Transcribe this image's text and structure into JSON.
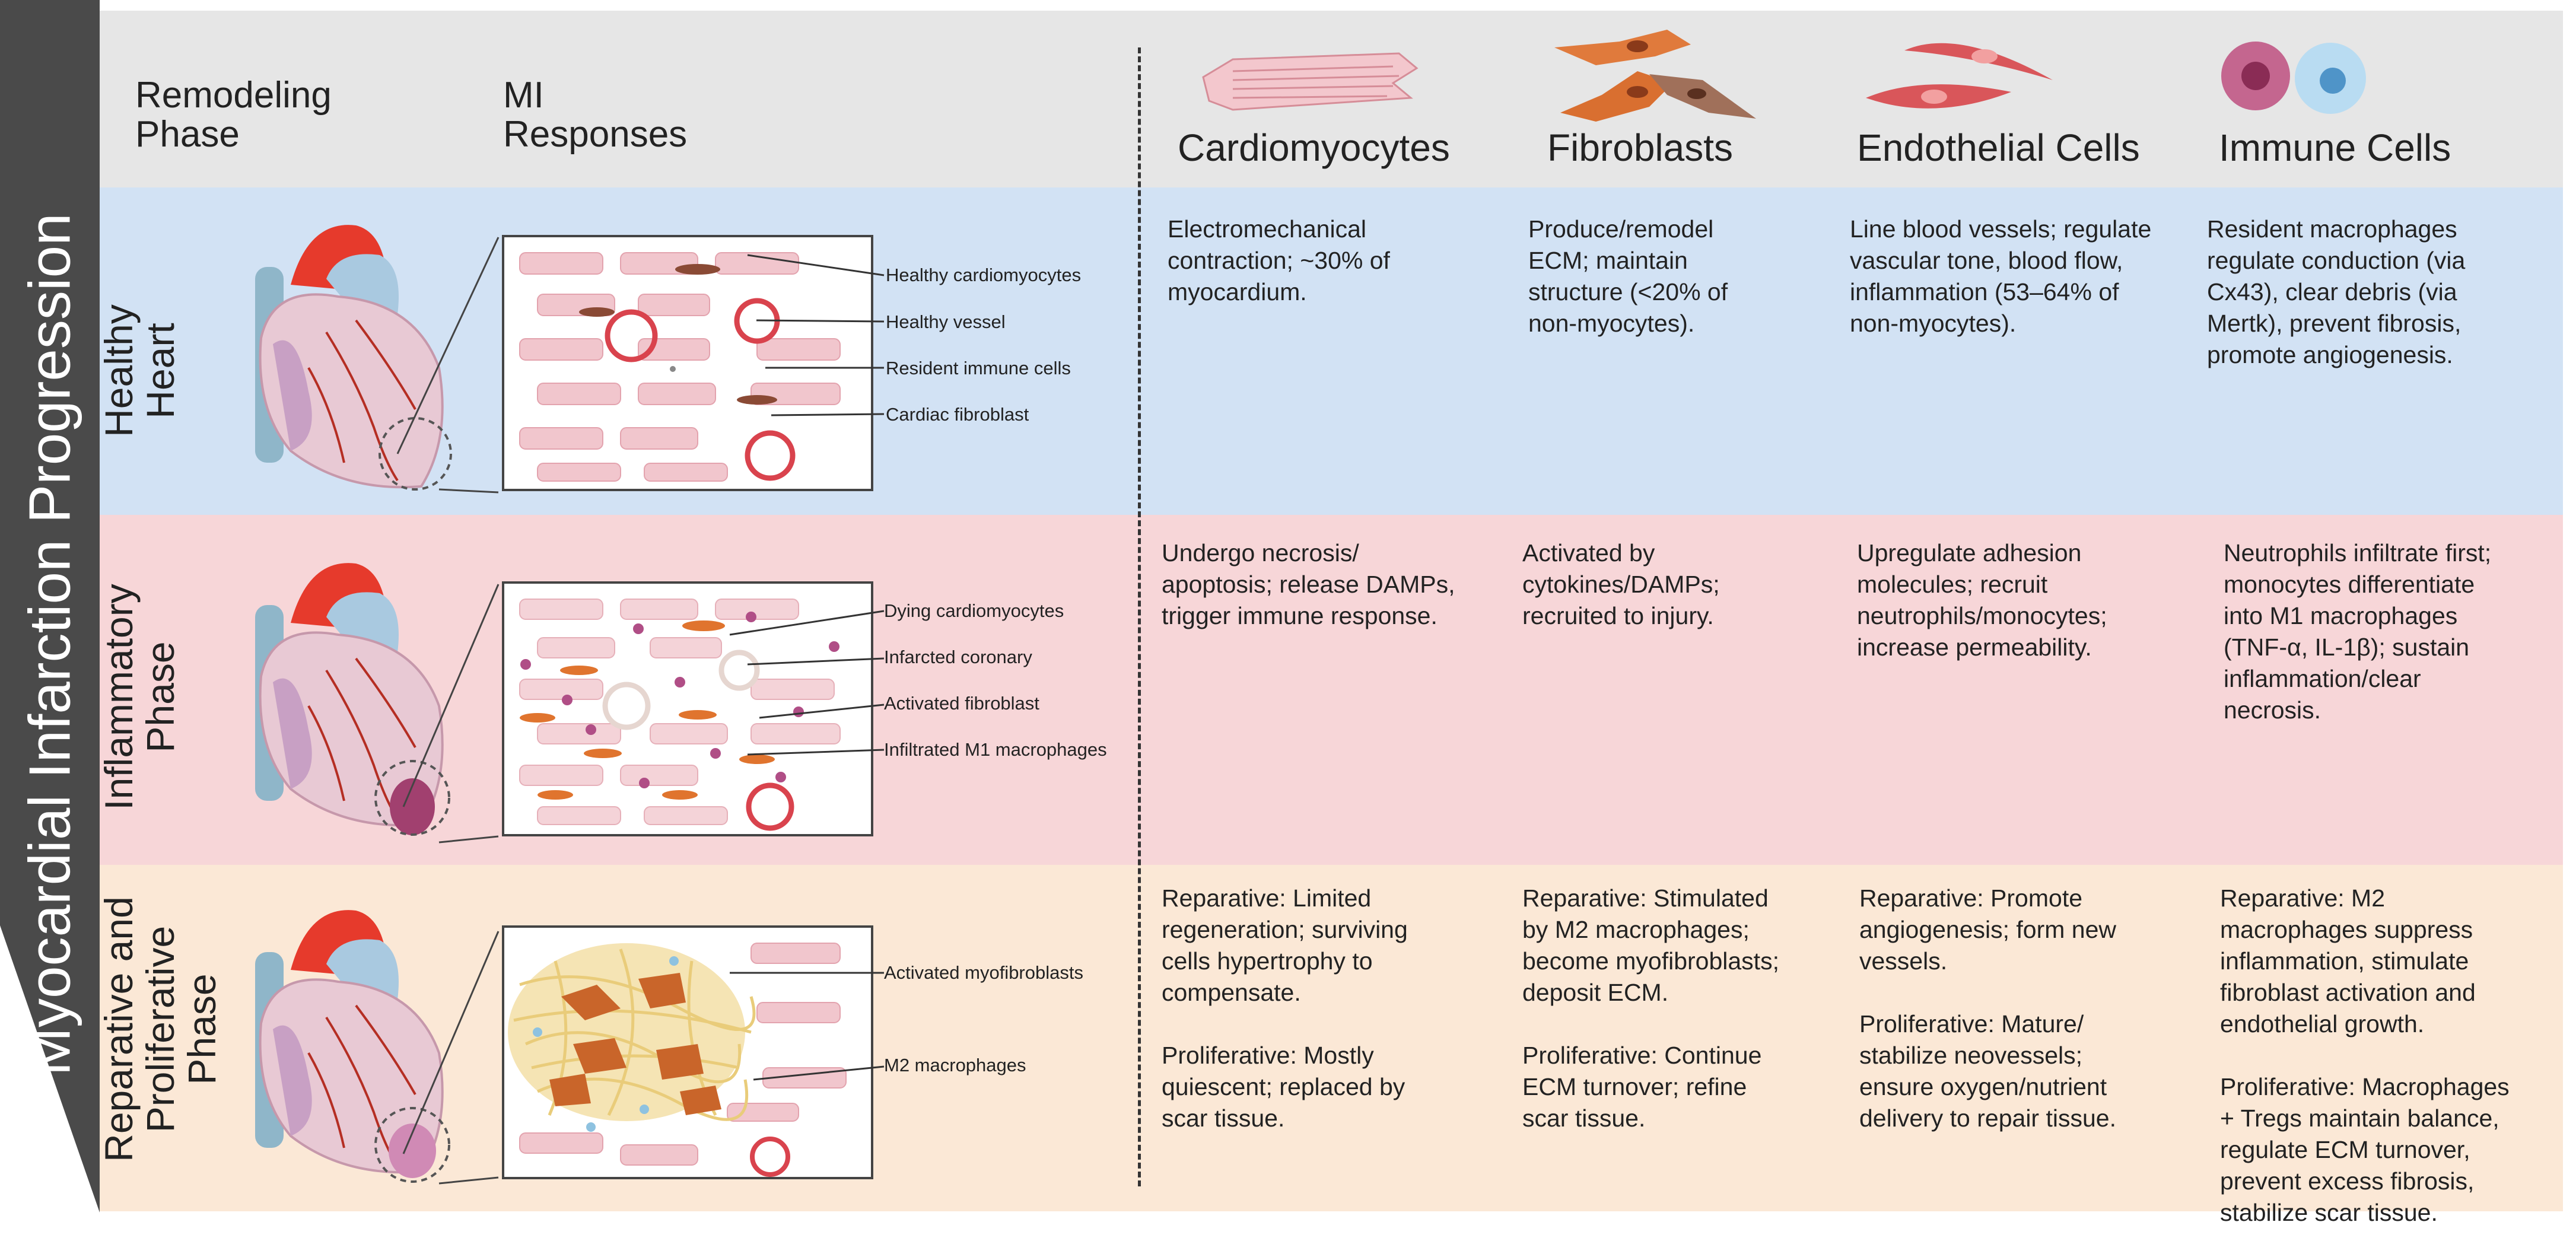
{
  "title": "Myocardial Infarction Progression",
  "header": {
    "col_phase": "Remodeling\nPhase",
    "col_responses": "MI\nResponses",
    "cell_types": [
      "Cardiomyocytes",
      "Fibroblasts",
      "Endothelial Cells",
      "Immune Cells"
    ]
  },
  "rows": [
    {
      "phase": "Healthy\nHeart",
      "labels": [
        "Healthy cardiomyocytes",
        "Healthy vessel",
        "Resident immune cells",
        "Cardiac fibroblast"
      ],
      "cells": [
        "Electromechanical\ncontraction; ~30% of\nmyocardium.",
        "Produce/remodel\nECM; maintain\nstructure (<20% of\nnon-myocytes).",
        "Line blood vessels; regulate\nvascular tone, blood flow,\ninflammation (53–64% of\nnon-myocytes).",
        "Resident macrophages\nregulate conduction (via\nCx43), clear debris (via\nMertk), prevent fibrosis,\npromote angiogenesis."
      ]
    },
    {
      "phase": "Inflammatory\nPhase",
      "labels": [
        "Dying cardiomyocytes",
        "Infarcted coronary",
        "Activated fibroblast",
        "Infiltrated M1 macrophages"
      ],
      "cells": [
        "Undergo necrosis/\napoptosis; release DAMPs,\ntrigger immune response.",
        "Activated by\ncytokines/DAMPs;\nrecruited to injury.",
        "Upregulate adhesion\nmolecules; recruit\nneutrophils/monocytes;\nincrease permeability.",
        "Neutrophils infiltrate first;\nmonocytes differentiate\ninto M1 macrophages\n(TNF-α, IL-1β); sustain\ninflammation/clear\nnecrosis."
      ]
    },
    {
      "phase": "Reparative and\nProliferative\nPhase",
      "labels": [
        "Activated myofibroblasts",
        "M2 macrophages"
      ],
      "cells": [
        "Reparative: Limited\nregeneration; surviving\ncells hypertrophy to\ncompensate.\n\nProliferative: Mostly\nquiescent; replaced by\nscar tissue.",
        "Reparative: Stimulated\nby M2 macrophages;\nbecome myofibroblasts;\ndeposit ECM.\n\nProliferative: Continue\nECM turnover; refine\nscar tissue.",
        "Reparative: Promote\nangiogenesis; form new\nvessels.\n\nProliferative: Mature/\nstabilize neovessels;\nensure oxygen/nutrient\ndelivery to repair tissue.",
        "Reparative: M2\nmacrophages  suppress\ninflammation, stimulate\nfibroblast activation and\nendothelial growth.\n\nProliferative: Macrophages\n+ Tregs maintain balance,\nregulate ECM turnover,\nprevent excess fibrosis,\nstabilize scar tissue."
      ]
    }
  ],
  "colors": {
    "arrow": "#4a4a4a",
    "header": "#e6e6e6",
    "healthy": "#d2e2f4",
    "inflammatory": "#f7d6d8",
    "reparative": "#fbe8d6"
  }
}
